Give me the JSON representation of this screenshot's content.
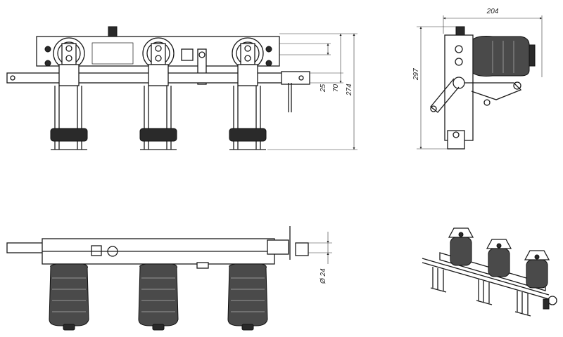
{
  "dimensions": {
    "d25": "25",
    "d70": "70",
    "d274": "274",
    "d204": "204",
    "d297": "297",
    "d24": "Ø 24"
  }
}
